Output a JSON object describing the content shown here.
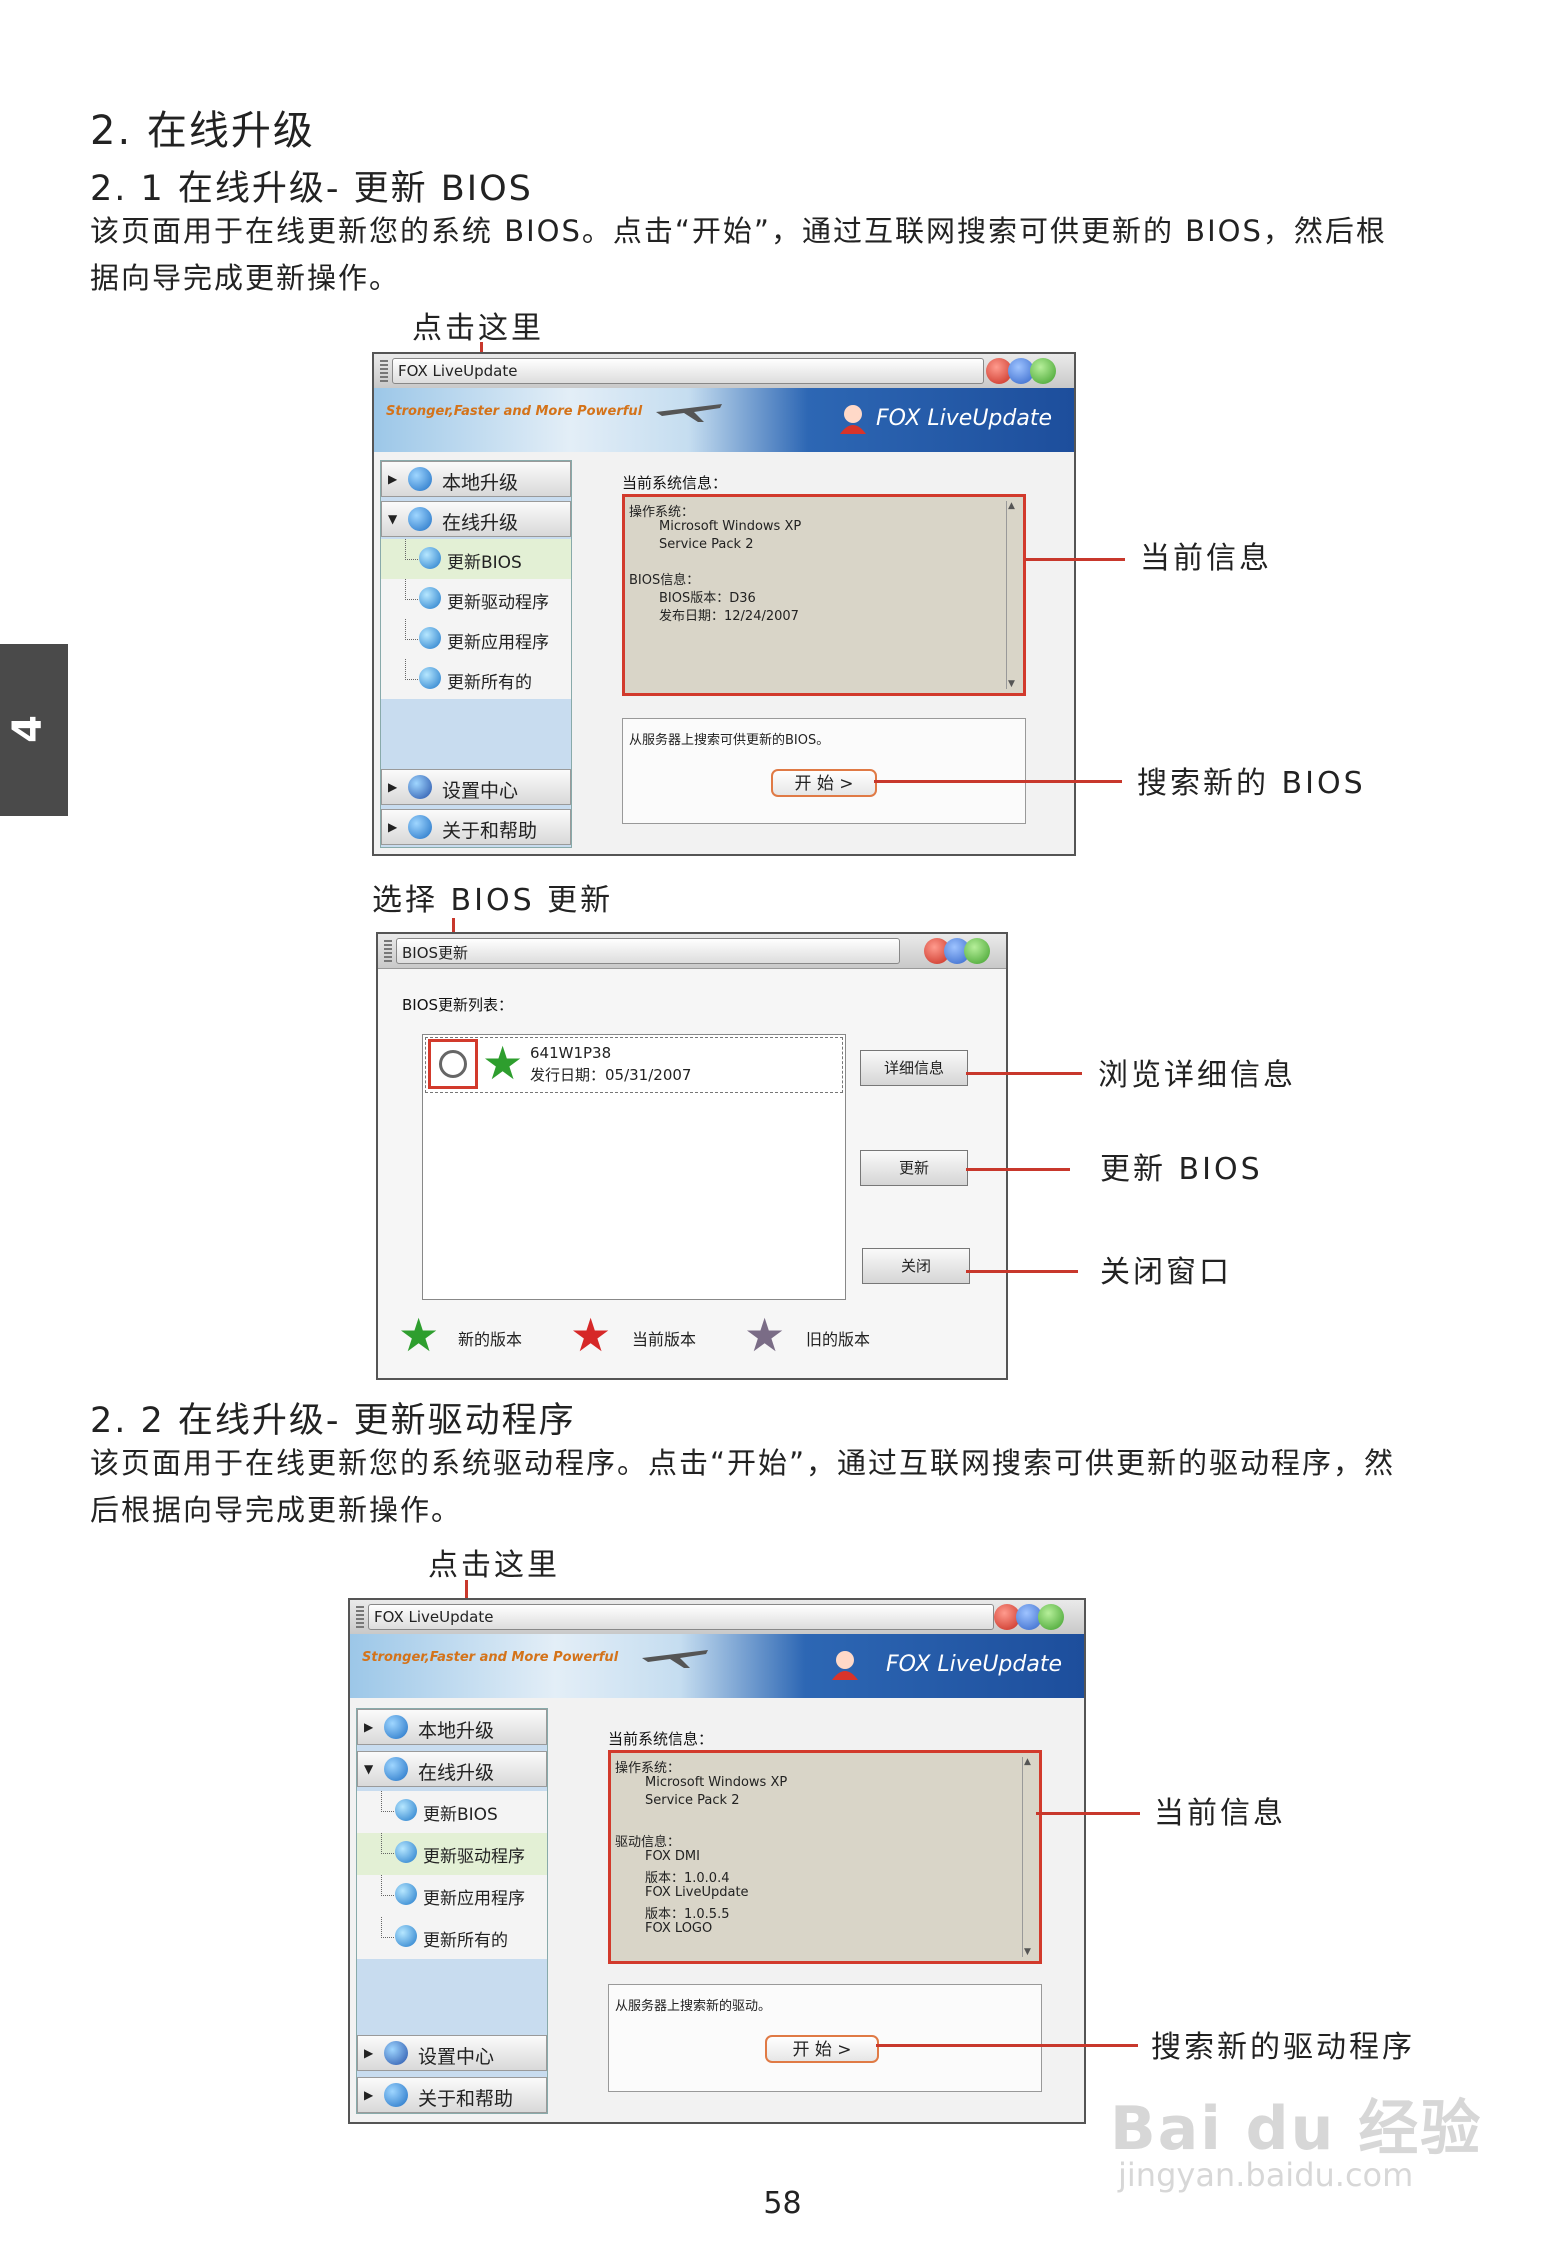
{
  "section": {
    "title": "2.  在线升级",
    "number": "4"
  },
  "s21": {
    "title": "2. 1  在线升级- 更新  BIOS",
    "line1": "该页面用于在线更新您的系统  BIOS。点击“开始”，通过互联网搜索可供更新的  BIOS，然后根",
    "line2": "据向导完成更新操作。",
    "click_here": "点击这里",
    "current_info": "当前信息",
    "search_bios": "搜索新的  BIOS",
    "select_bios": "选择  BIOS  更新",
    "view_details": "浏览详细信息",
    "update_bios": "更新  BIOS",
    "close_window": "关闭窗口"
  },
  "s22": {
    "title": "2. 2  在线升级- 更新驱动程序",
    "line1": "该页面用于在线更新您的系统驱动程序。点击“开始”，通过互联网搜索可供更新的驱动程序，然",
    "line2": "后根据向导完成更新操作。",
    "click_here": "点击这里",
    "current_info": "当前信息",
    "search_driver": "搜索新的驱动程序"
  },
  "app": {
    "window_title": "FOX LiveUpdate",
    "slogan": "Stronger,Faster and More Powerful",
    "brand": "FOX LiveUpdate",
    "nav": {
      "local": "本地升级",
      "online": "在线升级",
      "bios": "更新BIOS",
      "driver": "更新驱动程序",
      "app": "更新应用程序",
      "all": "更新所有的",
      "settings": "设置中心",
      "help": "关于和帮助"
    },
    "current_system_info": "当前系统信息：",
    "os_label": "操作系统：",
    "os_name": "Microsoft Windows XP",
    "os_sp": "Service Pack 2",
    "start_button": "开 始 >",
    "screen1": {
      "bios_label": "BIOS信息：",
      "bios_version": "BIOS版本：D36",
      "release_date": "发布日期：12/24/2007",
      "action_text": "从服务器上搜索可供更新的BIOS。"
    },
    "screen3": {
      "driver_label": "驱动信息：",
      "d1": "FOX DMI",
      "d1v": "版本：1.0.0.4",
      "d2": "FOX LiveUpdate",
      "d2v": "版本：1.0.5.5",
      "d3": "FOX LOGO",
      "action_text": "从服务器上搜索新的驱动。"
    }
  },
  "bios_dialog": {
    "title": "BIOS更新",
    "list_label": "BIOS更新列表：",
    "item_name": "641W1P38",
    "item_date": "发行日期：05/31/2007",
    "details_button": "详细信息",
    "update_button": "更新",
    "close_button": "关闭",
    "legend_new": "新的版本",
    "legend_current": "当前版本",
    "legend_old": "旧的版本"
  },
  "colors": {
    "callout": "#c8382c",
    "star_new": "#2e9e2e",
    "star_current": "#d62828",
    "star_old": "#7a6c86"
  },
  "footer": {
    "page_number": "58",
    "watermark_logo": "Bai du 经验",
    "watermark_url": "jingyan.baidu.com"
  }
}
